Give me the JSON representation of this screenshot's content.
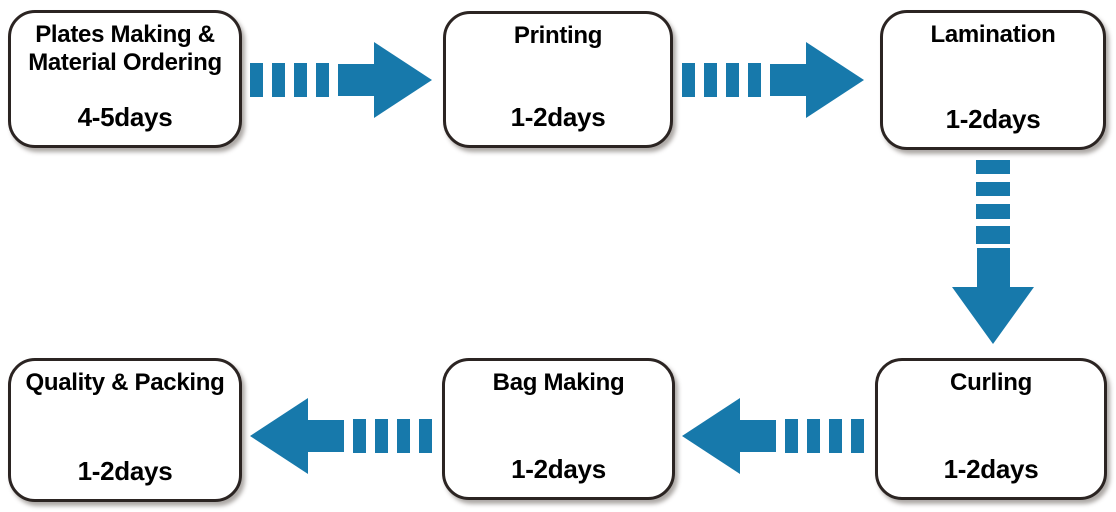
{
  "diagram": {
    "type": "flowchart",
    "colors": {
      "arrow": "#1779AB",
      "node_border": "#2B2422",
      "node_fill": "#FFFFFF",
      "text": "#000000",
      "background": "#FFFFFF"
    },
    "nodes": [
      {
        "id": "plates-making",
        "label": "Plates Making & Material Ordering",
        "duration": "4-5days"
      },
      {
        "id": "printing",
        "label": "Printing",
        "duration": "1-2days"
      },
      {
        "id": "lamination",
        "label": "Lamination",
        "duration": "1-2days"
      },
      {
        "id": "curling",
        "label": "Curling",
        "duration": "1-2days"
      },
      {
        "id": "bag-making",
        "label": "Bag Making",
        "duration": "1-2days"
      },
      {
        "id": "quality-packing",
        "label": "Quality & Packing",
        "duration": "1-2days"
      }
    ],
    "edges": [
      {
        "from": "plates-making",
        "to": "printing",
        "direction": "right",
        "style": "dashed-then-solid-arrow"
      },
      {
        "from": "printing",
        "to": "lamination",
        "direction": "right",
        "style": "dashed-then-solid-arrow"
      },
      {
        "from": "lamination",
        "to": "curling",
        "direction": "down",
        "style": "dashed-then-solid-arrow"
      },
      {
        "from": "curling",
        "to": "bag-making",
        "direction": "left",
        "style": "dashed-then-solid-arrow"
      },
      {
        "from": "bag-making",
        "to": "quality-packing",
        "direction": "left",
        "style": "dashed-then-solid-arrow"
      }
    ]
  }
}
